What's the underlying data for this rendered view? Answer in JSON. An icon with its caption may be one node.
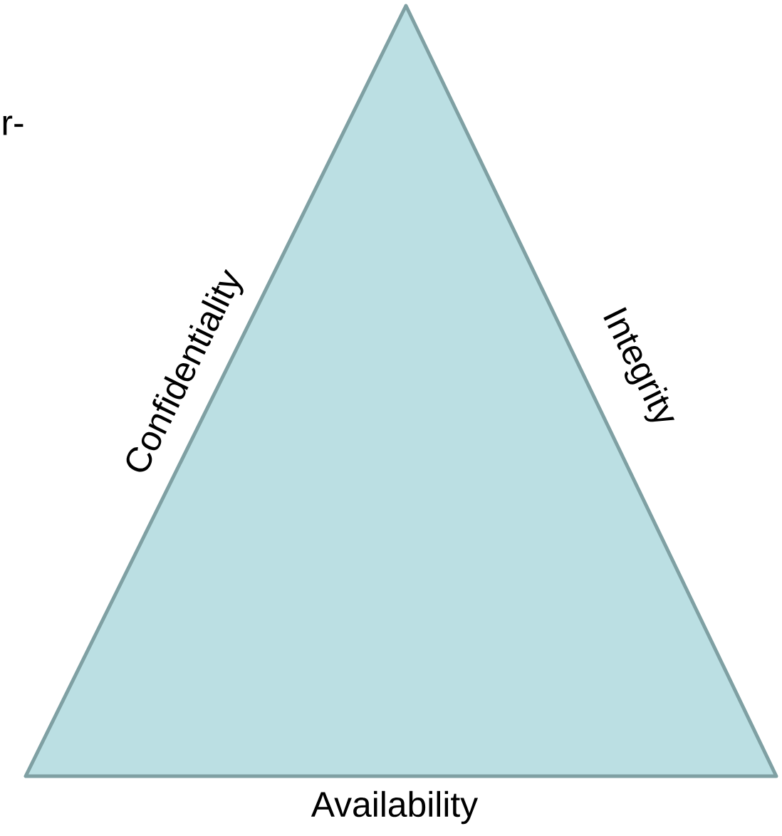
{
  "diagram": {
    "nodes": [
      {
        "text": [],
        "shape": "triangle"
      }
    ],
    "labels": [
      "r-",
      "Confidentiality",
      "Integrity",
      "Availability"
    ]
  }
}
